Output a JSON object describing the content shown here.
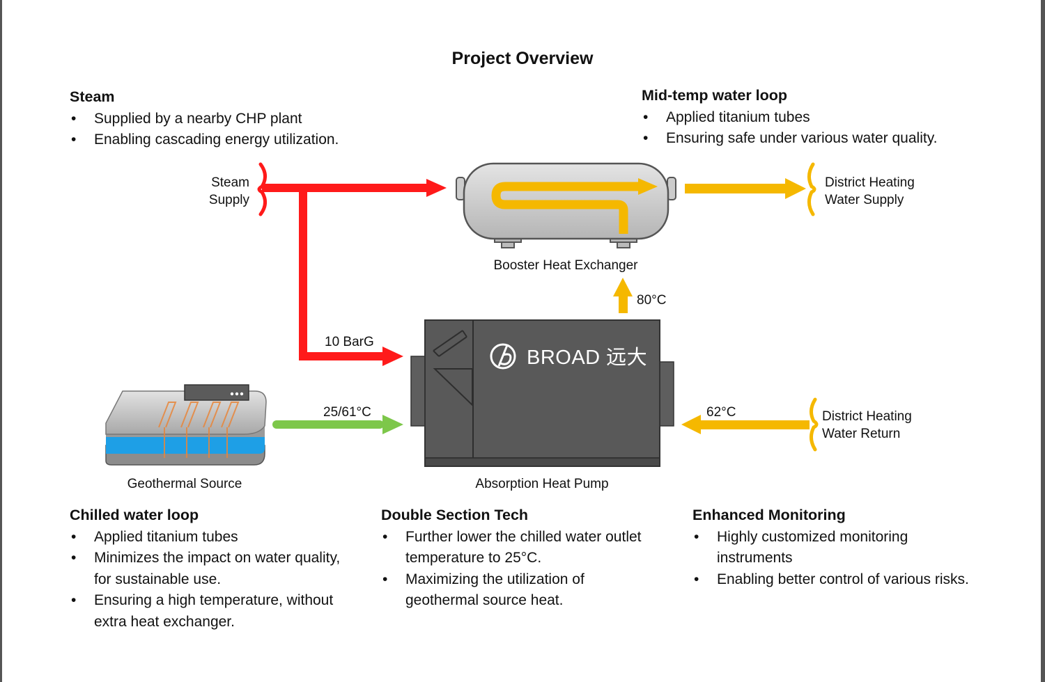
{
  "title": "Project Overview",
  "blocks": {
    "steam": {
      "heading": "Steam",
      "bullets": [
        "Supplied by a nearby CHP plant",
        "Enabling cascading energy utilization."
      ]
    },
    "mid_temp": {
      "heading": "Mid-temp water loop",
      "bullets": [
        "Applied titanium tubes",
        "Ensuring safe under various water quality."
      ]
    },
    "chilled": {
      "heading": "Chilled water loop",
      "bullets": [
        "Applied titanium tubes",
        "Minimizes the impact on water quality, for sustainable use.",
        "Ensuring a high temperature, without extra heat exchanger."
      ]
    },
    "double": {
      "heading": "Double Section Tech",
      "bullets": [
        "Further lower the chilled water outlet temperature to 25°C.",
        "Maximizing the utilization of geothermal source heat."
      ]
    },
    "monitoring": {
      "heading": "Enhanced Monitoring",
      "bullets": [
        "Highly customized monitoring instruments",
        "Enabling better control of various risks."
      ]
    }
  },
  "labels": {
    "steam_supply_1": "Steam",
    "steam_supply_2": "Supply",
    "dh_supply_1": "District Heating",
    "dh_supply_2": "Water Supply",
    "dh_return_1": "District Heating",
    "dh_return_2": "Water Return",
    "booster": "Booster Heat Exchanger",
    "pump": "Absorption Heat Pump",
    "geothermal": "Geothermal Source",
    "pressure": "10 BarG",
    "chilled_temp": "25/61°C",
    "return_temp": "62°C",
    "outlet_temp": "80°C",
    "brand": "BROAD 远大"
  },
  "colors": {
    "steam": "#ff1a1a",
    "water": "#f5b800",
    "chilled": "#7dc74a",
    "pump_body": "#595959",
    "exchanger": "#c8c8c8",
    "aquifer": "#1e9fe6"
  },
  "icons": [
    "steam-source-brace",
    "booster-heat-exchanger-graphic",
    "absorption-heat-pump-graphic",
    "broad-logo-icon",
    "geothermal-source-graphic"
  ]
}
